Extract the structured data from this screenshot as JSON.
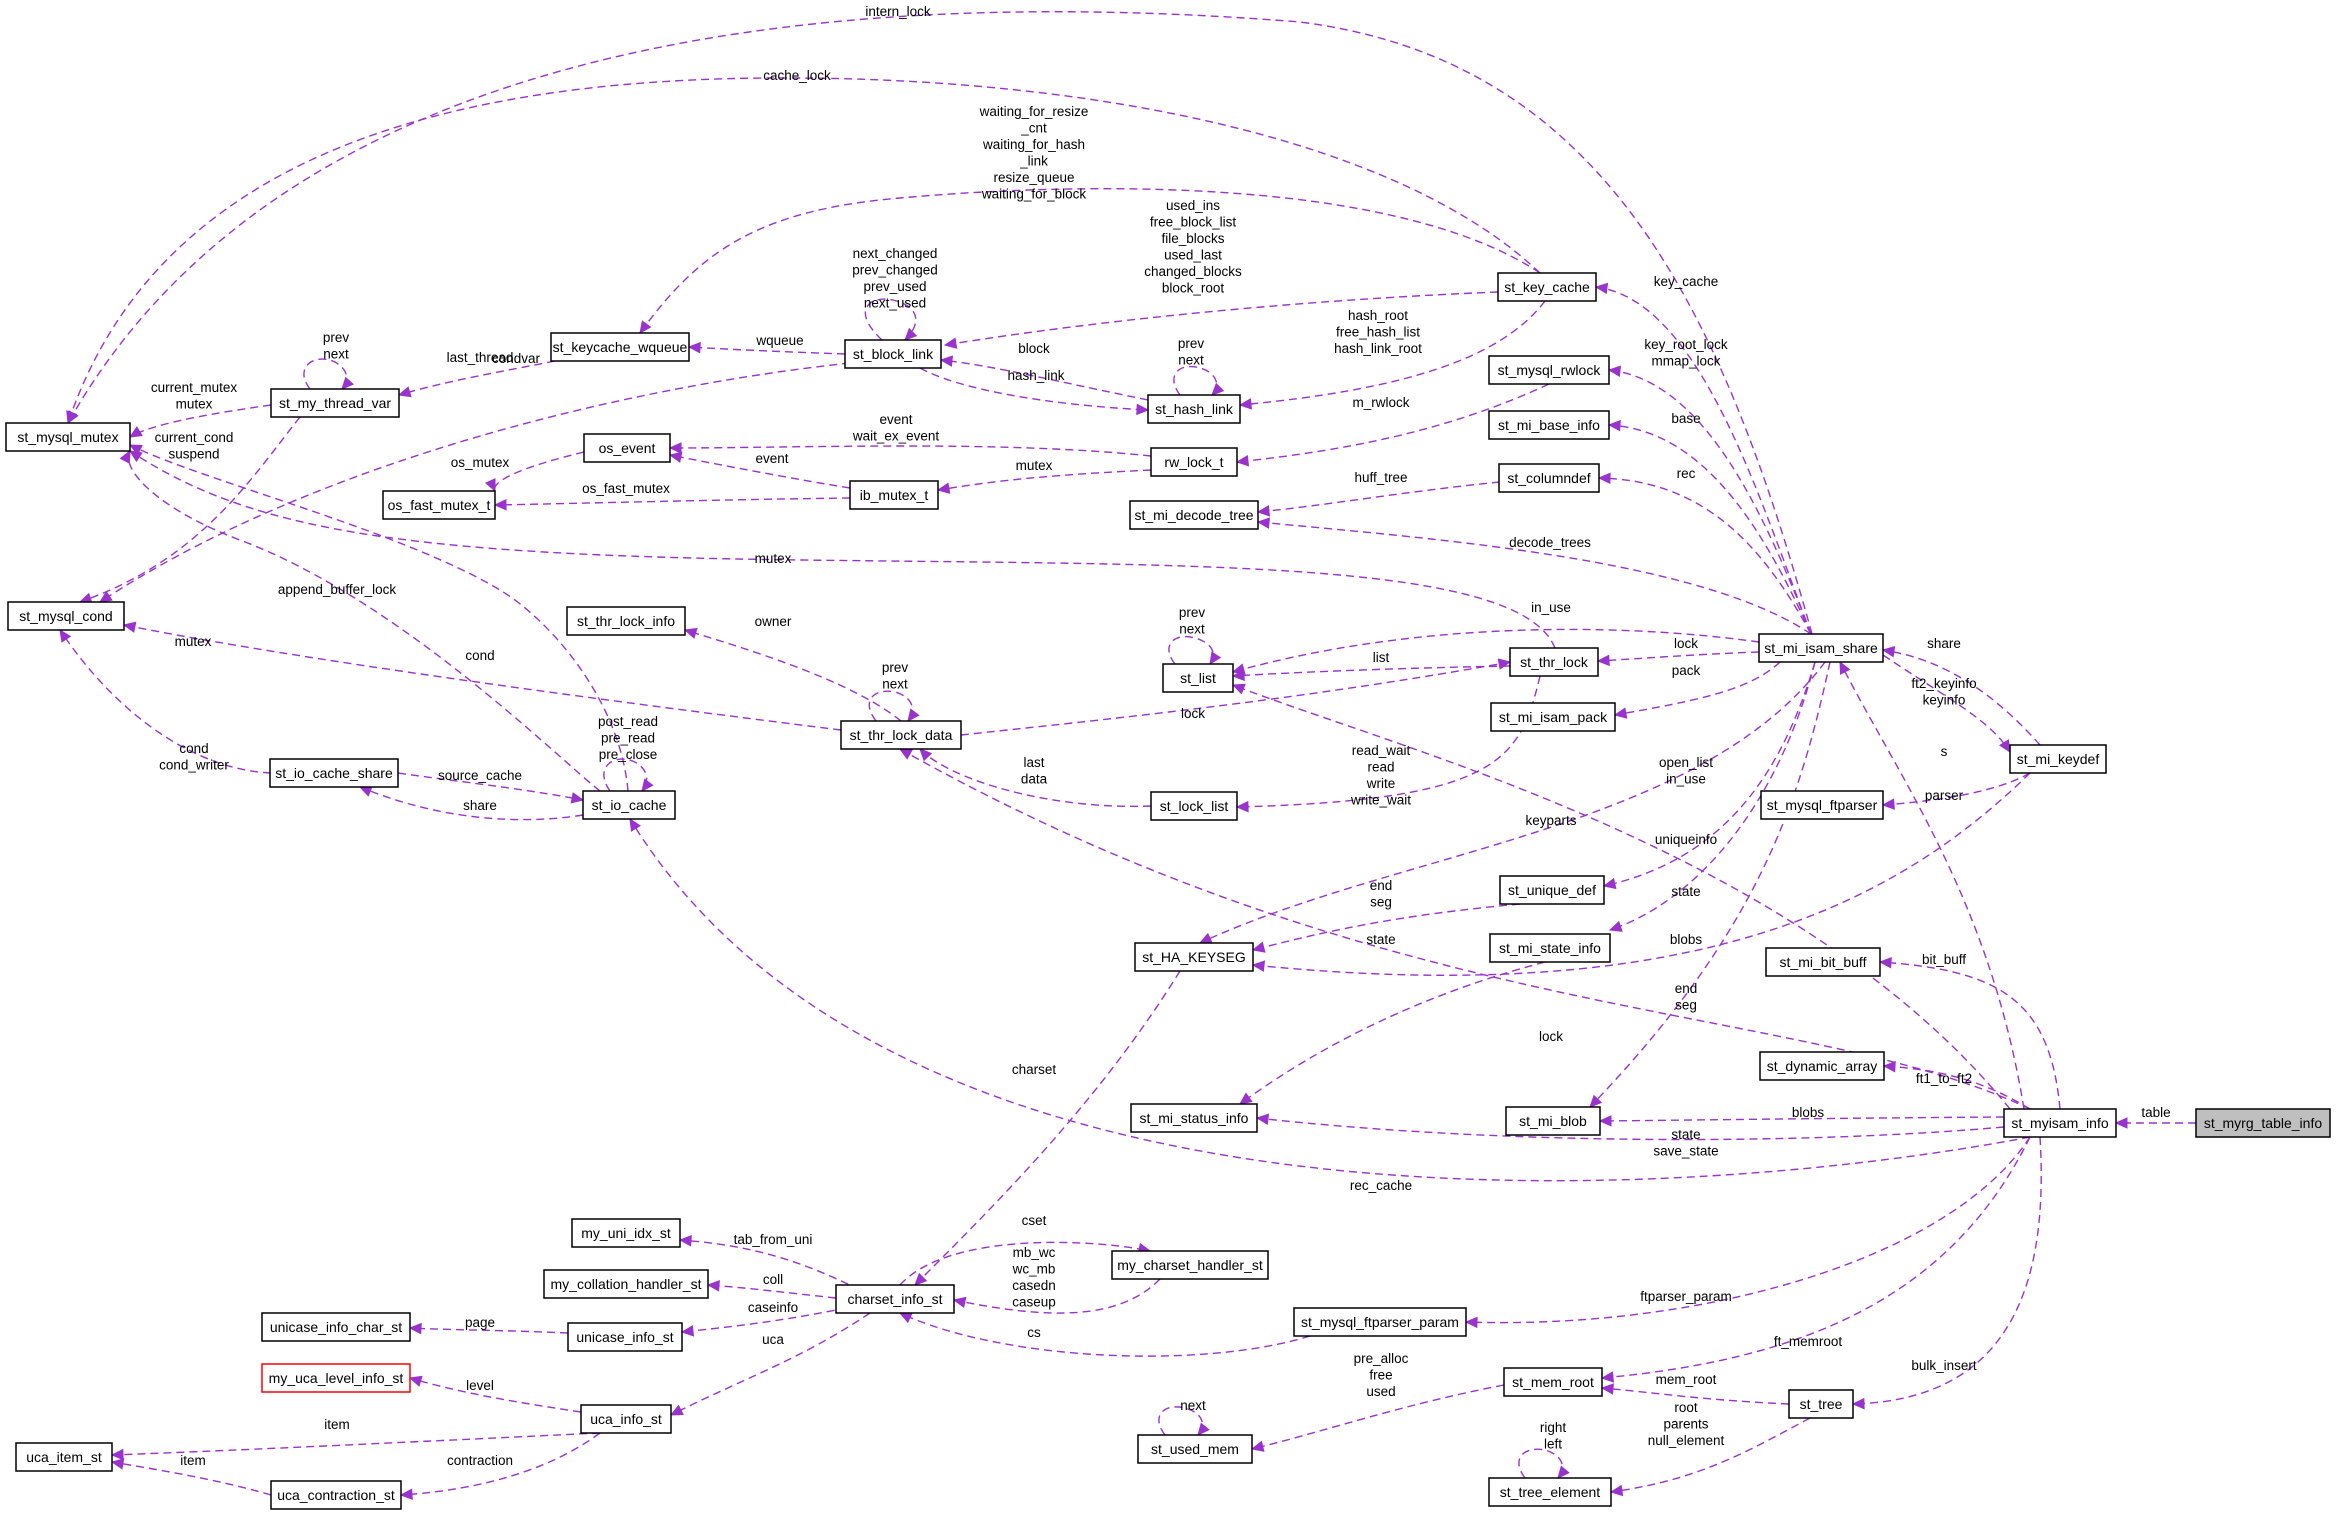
{
  "nodes": [
    {
      "id": "n_mysql_mutex",
      "label": "st_mysql_mutex"
    },
    {
      "id": "n_mysql_cond",
      "label": "st_mysql_cond"
    },
    {
      "id": "n_my_thread_var",
      "label": "st_my_thread_var"
    },
    {
      "id": "n_keycache_wqueue",
      "label": "st_keycache_wqueue"
    },
    {
      "id": "n_block_link",
      "label": "st_block_link"
    },
    {
      "id": "n_hash_link",
      "label": "st_hash_link"
    },
    {
      "id": "n_key_cache",
      "label": "st_key_cache"
    },
    {
      "id": "n_mysql_rwlock",
      "label": "st_mysql_rwlock"
    },
    {
      "id": "n_os_event",
      "label": "os_event"
    },
    {
      "id": "n_os_fast_mutex",
      "label": "os_fast_mutex_t"
    },
    {
      "id": "n_ib_mutex",
      "label": "ib_mutex_t"
    },
    {
      "id": "n_rw_lock",
      "label": "rw_lock_t"
    },
    {
      "id": "n_mi_base_info",
      "label": "st_mi_base_info"
    },
    {
      "id": "n_columndef",
      "label": "st_columndef"
    },
    {
      "id": "n_mi_decode_tree",
      "label": "st_mi_decode_tree"
    },
    {
      "id": "n_thr_lock_info",
      "label": "st_thr_lock_info"
    },
    {
      "id": "n_list",
      "label": "st_list"
    },
    {
      "id": "n_thr_lock",
      "label": "st_thr_lock"
    },
    {
      "id": "n_mi_isam_share",
      "label": "st_mi_isam_share"
    },
    {
      "id": "n_thr_lock_data",
      "label": "st_thr_lock_data"
    },
    {
      "id": "n_mi_isam_pack",
      "label": "st_mi_isam_pack"
    },
    {
      "id": "n_io_cache_share",
      "label": "st_io_cache_share"
    },
    {
      "id": "n_io_cache",
      "label": "st_io_cache"
    },
    {
      "id": "n_lock_list",
      "label": "st_lock_list"
    },
    {
      "id": "n_mi_keydef",
      "label": "st_mi_keydef"
    },
    {
      "id": "n_mysql_ftparser",
      "label": "st_mysql_ftparser"
    },
    {
      "id": "n_unique_def",
      "label": "st_unique_def"
    },
    {
      "id": "n_ha_keyseg",
      "label": "st_HA_KEYSEG"
    },
    {
      "id": "n_mi_state_info",
      "label": "st_mi_state_info"
    },
    {
      "id": "n_mi_bit_buff",
      "label": "st_mi_bit_buff"
    },
    {
      "id": "n_dynamic_array",
      "label": "st_dynamic_array"
    },
    {
      "id": "n_mi_status_info",
      "label": "st_mi_status_info"
    },
    {
      "id": "n_mi_blob",
      "label": "st_mi_blob"
    },
    {
      "id": "n_myisam_info",
      "label": "st_myisam_info"
    },
    {
      "id": "n_myrg_table_info",
      "label": "st_myrg_table_info"
    },
    {
      "id": "n_my_uni_idx",
      "label": "my_uni_idx_st"
    },
    {
      "id": "n_my_collation_handler",
      "label": "my_collation_handler_st"
    },
    {
      "id": "n_unicase_info_char",
      "label": "unicase_info_char_st"
    },
    {
      "id": "n_unicase_info",
      "label": "unicase_info_st"
    },
    {
      "id": "n_charset_info",
      "label": "charset_info_st"
    },
    {
      "id": "n_my_charset_handler",
      "label": "my_charset_handler_st"
    },
    {
      "id": "n_mysql_ftparser_param",
      "label": "st_mysql_ftparser_param"
    },
    {
      "id": "n_my_uca_level_info",
      "label": "my_uca_level_info_st"
    },
    {
      "id": "n_uca_info",
      "label": "uca_info_st"
    },
    {
      "id": "n_uca_item",
      "label": "uca_item_st"
    },
    {
      "id": "n_uca_contraction",
      "label": "uca_contraction_st"
    },
    {
      "id": "n_mem_root",
      "label": "st_mem_root"
    },
    {
      "id": "n_tree",
      "label": "st_tree"
    },
    {
      "id": "n_used_mem",
      "label": "st_used_mem"
    },
    {
      "id": "n_tree_element",
      "label": "st_tree_element"
    }
  ],
  "edge_labels": [
    {
      "id": "e_intern_lock",
      "lines": [
        "intern_lock"
      ]
    },
    {
      "id": "e_cache_lock",
      "lines": [
        "cache_lock"
      ]
    },
    {
      "id": "e_key_cache_waiting",
      "lines": [
        "waiting_for_resize",
        "_cnt",
        "waiting_for_hash",
        "_link",
        "resize_queue",
        "waiting_for_block"
      ]
    },
    {
      "id": "e_key_cache_block",
      "lines": [
        "used_ins",
        "free_block_list",
        "file_blocks",
        "used_last",
        "changed_blocks",
        "block_root"
      ]
    },
    {
      "id": "e_block_link_self",
      "lines": [
        "next_changed",
        "prev_changed",
        "prev_used",
        "next_used"
      ]
    },
    {
      "id": "e_key_cache_hash",
      "lines": [
        "hash_root",
        "free_hash_list",
        "hash_link_root"
      ]
    },
    {
      "id": "e_hash_self",
      "lines": [
        "prev",
        "next"
      ]
    },
    {
      "id": "e_thread_self",
      "lines": [
        "prev",
        "next"
      ]
    },
    {
      "id": "e_wqueue",
      "lines": [
        "wqueue"
      ]
    },
    {
      "id": "e_last_thread",
      "lines": [
        "last_thread"
      ]
    },
    {
      "id": "e_block",
      "lines": [
        "block"
      ]
    },
    {
      "id": "e_hash_link",
      "lines": [
        "hash_link"
      ]
    },
    {
      "id": "e_current_mutex",
      "lines": [
        "current_mutex",
        "mutex"
      ]
    },
    {
      "id": "e_current_cond",
      "lines": [
        "current_cond",
        "suspend"
      ]
    },
    {
      "id": "e_condvar",
      "lines": [
        "condvar"
      ]
    },
    {
      "id": "e_key_cache_share",
      "lines": [
        "key_cache"
      ]
    },
    {
      "id": "e_key_root_lock",
      "lines": [
        "key_root_lock",
        "mmap_lock"
      ]
    },
    {
      "id": "e_m_rwlock",
      "lines": [
        "m_rwlock"
      ]
    },
    {
      "id": "e_event_wait",
      "lines": [
        "event",
        "wait_ex_event"
      ]
    },
    {
      "id": "e_os_mutex",
      "lines": [
        "os_mutex"
      ]
    },
    {
      "id": "e_event",
      "lines": [
        "event"
      ]
    },
    {
      "id": "e_mutex_ib",
      "lines": [
        "mutex"
      ]
    },
    {
      "id": "e_os_fast_mutex",
      "lines": [
        "os_fast_mutex"
      ]
    },
    {
      "id": "e_base",
      "lines": [
        "base"
      ]
    },
    {
      "id": "e_huff_tree",
      "lines": [
        "huff_tree"
      ]
    },
    {
      "id": "e_rec",
      "lines": [
        "rec"
      ]
    },
    {
      "id": "e_decode_trees",
      "lines": [
        "decode_trees"
      ]
    },
    {
      "id": "e_mutex_thr",
      "lines": [
        "mutex"
      ]
    },
    {
      "id": "e_append_buffer",
      "lines": [
        "append_buffer_lock"
      ]
    },
    {
      "id": "e_owner",
      "lines": [
        "owner"
      ]
    },
    {
      "id": "e_list_self",
      "lines": [
        "prev",
        "next"
      ]
    },
    {
      "id": "e_in_use",
      "lines": [
        "in_use"
      ]
    },
    {
      "id": "e_list",
      "lines": [
        "list"
      ]
    },
    {
      "id": "e_lock_share",
      "lines": [
        "lock"
      ]
    },
    {
      "id": "e_share",
      "lines": [
        "share"
      ]
    },
    {
      "id": "e_mutex_io",
      "lines": [
        "mutex"
      ]
    },
    {
      "id": "e_cond",
      "lines": [
        "cond"
      ]
    },
    {
      "id": "e_tld_self",
      "lines": [
        "prev",
        "next"
      ]
    },
    {
      "id": "e_pack",
      "lines": [
        "pack"
      ]
    },
    {
      "id": "e_ft2",
      "lines": [
        "ft2_keyinfo",
        "keyinfo"
      ]
    },
    {
      "id": "e_lock_tld",
      "lines": [
        "lock"
      ]
    },
    {
      "id": "e_cond_writer",
      "lines": [
        "cond",
        "cond_writer"
      ]
    },
    {
      "id": "e_io_self",
      "lines": [
        "post_read",
        "pre_read",
        "pre_close"
      ]
    },
    {
      "id": "e_source_cache",
      "lines": [
        "source_cache"
      ]
    },
    {
      "id": "e_share_io",
      "lines": [
        "share"
      ]
    },
    {
      "id": "e_last_data",
      "lines": [
        "last",
        "data"
      ]
    },
    {
      "id": "e_read_wait",
      "lines": [
        "read_wait",
        "read",
        "write",
        "write_wait"
      ]
    },
    {
      "id": "e_open_list",
      "lines": [
        "open_list",
        "in_use"
      ]
    },
    {
      "id": "e_s",
      "lines": [
        "s"
      ]
    },
    {
      "id": "e_parser",
      "lines": [
        "parser"
      ]
    },
    {
      "id": "e_keyparts",
      "lines": [
        "keyparts"
      ]
    },
    {
      "id": "e_uniqueinfo",
      "lines": [
        "uniqueinfo"
      ]
    },
    {
      "id": "e_end_seg",
      "lines": [
        "end",
        "seg"
      ]
    },
    {
      "id": "e_state",
      "lines": [
        "state"
      ]
    },
    {
      "id": "e_blobs_share",
      "lines": [
        "blobs"
      ]
    },
    {
      "id": "e_end_seg2",
      "lines": [
        "end",
        "seg"
      ]
    },
    {
      "id": "e_state2",
      "lines": [
        "state"
      ]
    },
    {
      "id": "e_bit_buff",
      "lines": [
        "bit_buff"
      ]
    },
    {
      "id": "e_lock_info",
      "lines": [
        "lock"
      ]
    },
    {
      "id": "e_charset",
      "lines": [
        "charset"
      ]
    },
    {
      "id": "e_ft1",
      "lines": [
        "ft1_to_ft2"
      ]
    },
    {
      "id": "e_blobs",
      "lines": [
        "blobs"
      ]
    },
    {
      "id": "e_table",
      "lines": [
        "table"
      ]
    },
    {
      "id": "e_state_save",
      "lines": [
        "state",
        "save_state"
      ]
    },
    {
      "id": "e_rec_cache",
      "lines": [
        "rec_cache"
      ]
    },
    {
      "id": "e_cset",
      "lines": [
        "cset"
      ]
    },
    {
      "id": "e_tab_from_uni",
      "lines": [
        "tab_from_uni"
      ]
    },
    {
      "id": "e_coll",
      "lines": [
        "coll"
      ]
    },
    {
      "id": "e_mb_wc",
      "lines": [
        "mb_wc",
        "wc_mb",
        "casedn",
        "caseup"
      ]
    },
    {
      "id": "e_caseinfo",
      "lines": [
        "caseinfo"
      ]
    },
    {
      "id": "e_page",
      "lines": [
        "page"
      ]
    },
    {
      "id": "e_uca",
      "lines": [
        "uca"
      ]
    },
    {
      "id": "e_ftparser_param",
      "lines": [
        "ftparser_param"
      ]
    },
    {
      "id": "e_cs",
      "lines": [
        "cs"
      ]
    },
    {
      "id": "e_level",
      "lines": [
        "level"
      ]
    },
    {
      "id": "e_ft_memroot",
      "lines": [
        "ft_memroot"
      ]
    },
    {
      "id": "e_pre_alloc",
      "lines": [
        "pre_alloc",
        "free",
        "used"
      ]
    },
    {
      "id": "e_bulk_insert",
      "lines": [
        "bulk_insert"
      ]
    },
    {
      "id": "e_item",
      "lines": [
        "item"
      ]
    },
    {
      "id": "e_mem_root",
      "lines": [
        "mem_root"
      ]
    },
    {
      "id": "e_used_self",
      "lines": [
        "next"
      ]
    },
    {
      "id": "e_contraction",
      "lines": [
        "contraction"
      ]
    },
    {
      "id": "e_item2",
      "lines": [
        "item"
      ]
    },
    {
      "id": "e_root",
      "lines": [
        "root",
        "parents",
        "null_element"
      ]
    },
    {
      "id": "e_tree_self",
      "lines": [
        "right",
        "left"
      ]
    }
  ]
}
